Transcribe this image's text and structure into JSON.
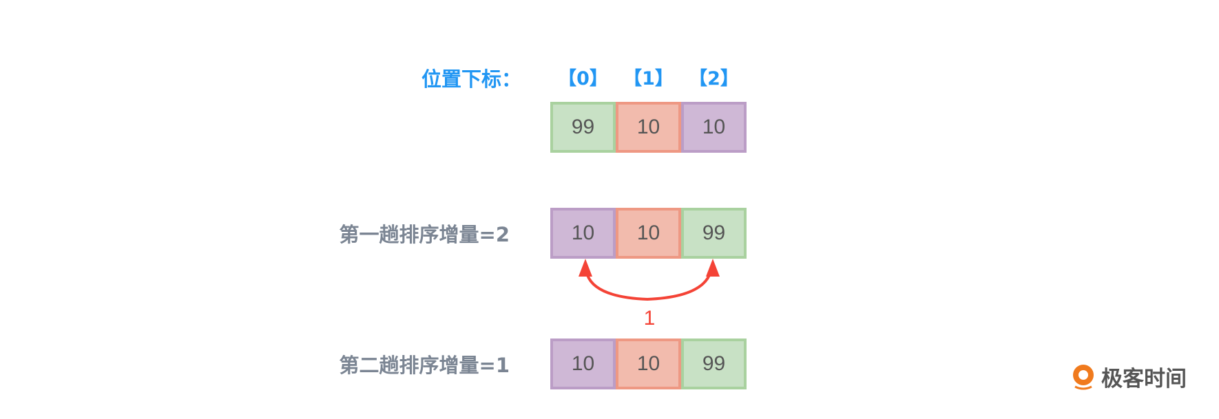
{
  "index_title": "位置下标：",
  "indices": [
    "【0】",
    "【1】",
    "【2】"
  ],
  "rows": [
    {
      "label": "",
      "cells": [
        {
          "value": "99",
          "color": "green"
        },
        {
          "value": "10",
          "color": "red"
        },
        {
          "value": "10",
          "color": "purple"
        }
      ]
    },
    {
      "label": "第一趟排序增量=2",
      "cells": [
        {
          "value": "10",
          "color": "purple"
        },
        {
          "value": "10",
          "color": "red"
        },
        {
          "value": "99",
          "color": "green"
        }
      ]
    },
    {
      "label": "第二趟排序增量=1",
      "cells": [
        {
          "value": "10",
          "color": "purple"
        },
        {
          "value": "10",
          "color": "red"
        },
        {
          "value": "99",
          "color": "green"
        }
      ]
    }
  ],
  "swap_arrow_label": "1",
  "colors": {
    "accent": "#2196f3",
    "arrow": "#f44336",
    "label": "#7b8593"
  },
  "logo": {
    "text": "极客时间"
  }
}
